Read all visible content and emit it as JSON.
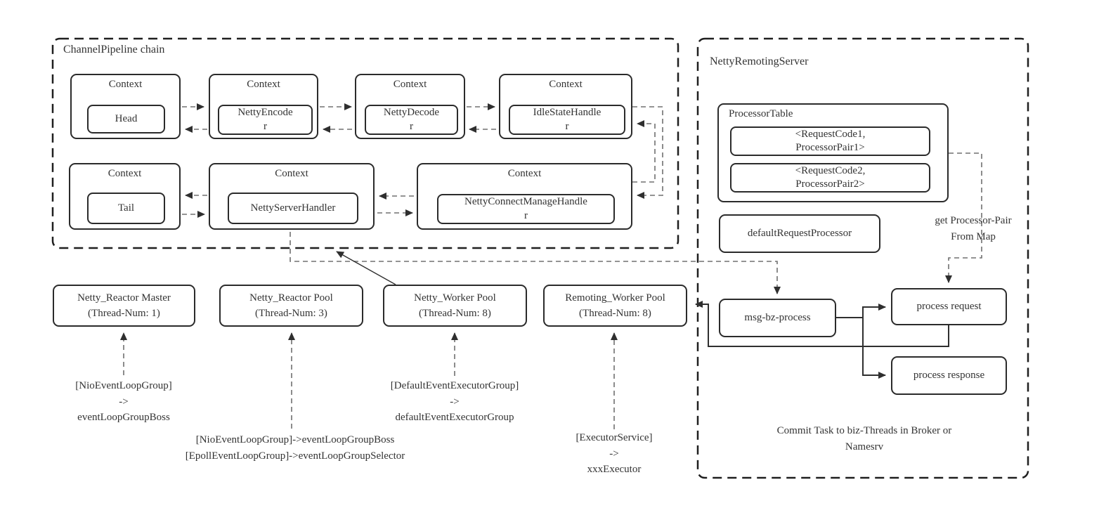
{
  "pipeline": {
    "title": "ChannelPipeline chain",
    "row1": [
      {
        "context": "Context",
        "handler": "Head"
      },
      {
        "context": "Context",
        "handler": "NettyEncode\nr"
      },
      {
        "context": "Context",
        "handler": "NettyDecode\nr"
      },
      {
        "context": "Context",
        "handler": "IdleStateHandle\nr"
      }
    ],
    "row2": [
      {
        "context": "Context",
        "handler": "Tail"
      },
      {
        "context": "Context",
        "handler": "NettyServerHandler"
      },
      {
        "context": "Context",
        "handler": "NettyConnectManageHandle\nr"
      }
    ]
  },
  "server": {
    "title": "NettyRemotingServer",
    "processor_table": {
      "title": "ProcessorTable",
      "entries": [
        "<RequestCode1,\nProcessorPair1>",
        "<RequestCode2,\nProcessorPair2>"
      ]
    },
    "default_request_processor": "defaultRequestProcessor",
    "get_processor_pair_label": "get Processor-Pair\nFrom Map",
    "msg_bz_process": "msg-bz-process",
    "process_request": "process request",
    "process_response": "process response",
    "commit_task_label": "Commit Task to biz-Threads in Broker or\nNamesrv"
  },
  "pools": [
    {
      "name": "Netty_Reactor Master",
      "threads": "(Thread-Num: 1)",
      "note": "[NioEventLoopGroup]\n->\neventLoopGroupBoss"
    },
    {
      "name": "Netty_Reactor Pool",
      "threads": "(Thread-Num: 3)",
      "note": "[NioEventLoopGroup]->eventLoopGroupBoss\n[EpollEventLoopGroup]->eventLoopGroupSelector"
    },
    {
      "name": "Netty_Worker Pool",
      "threads": "(Thread-Num: 8)",
      "note": "[DefaultEventExecutorGroup]\n->\ndefaultEventExecutorGroup"
    },
    {
      "name": "Remoting_Worker Pool",
      "threads": "(Thread-Num: 8)",
      "note": "[ExecutorService]\n->\nxxxExecutor"
    }
  ],
  "colors": {
    "container_border": "#1f1f1f",
    "box_border": "#2b2b2b",
    "dashed_connector": "#707070",
    "solid_connector": "#2f2f2f",
    "background": "#ffffff",
    "text": "#333333"
  }
}
